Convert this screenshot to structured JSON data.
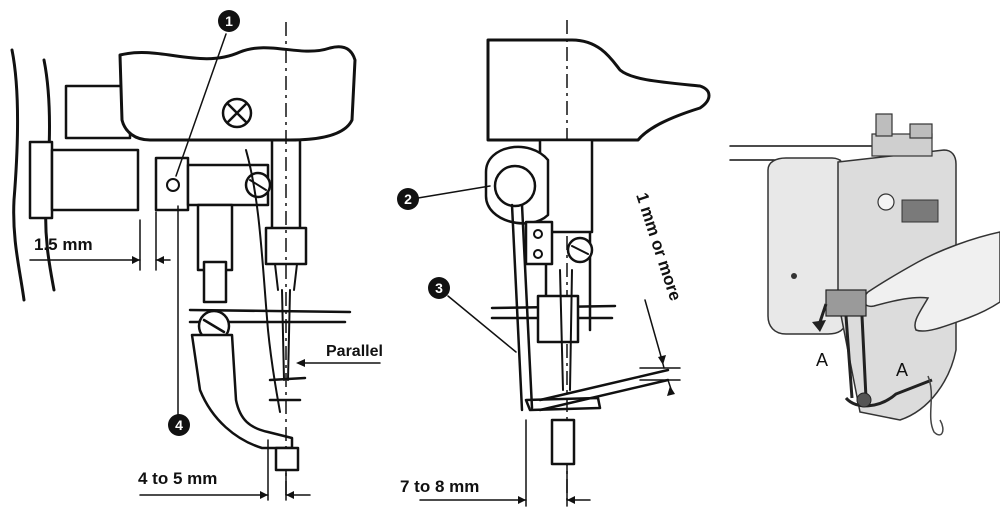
{
  "labels": {
    "dim_1_5": "1.5 mm",
    "dim_4_5": "4 to 5 mm",
    "dim_7_8": "7 to 8 mm",
    "dim_1_more": "1 mm or more",
    "parallel": "Parallel",
    "photo_a_left": "A",
    "photo_a_right": "A"
  },
  "callouts": {
    "c1": "1",
    "c2": "2",
    "c3": "3",
    "c4": "4"
  },
  "colors": {
    "ink": "#111111",
    "paper": "#ffffff"
  }
}
